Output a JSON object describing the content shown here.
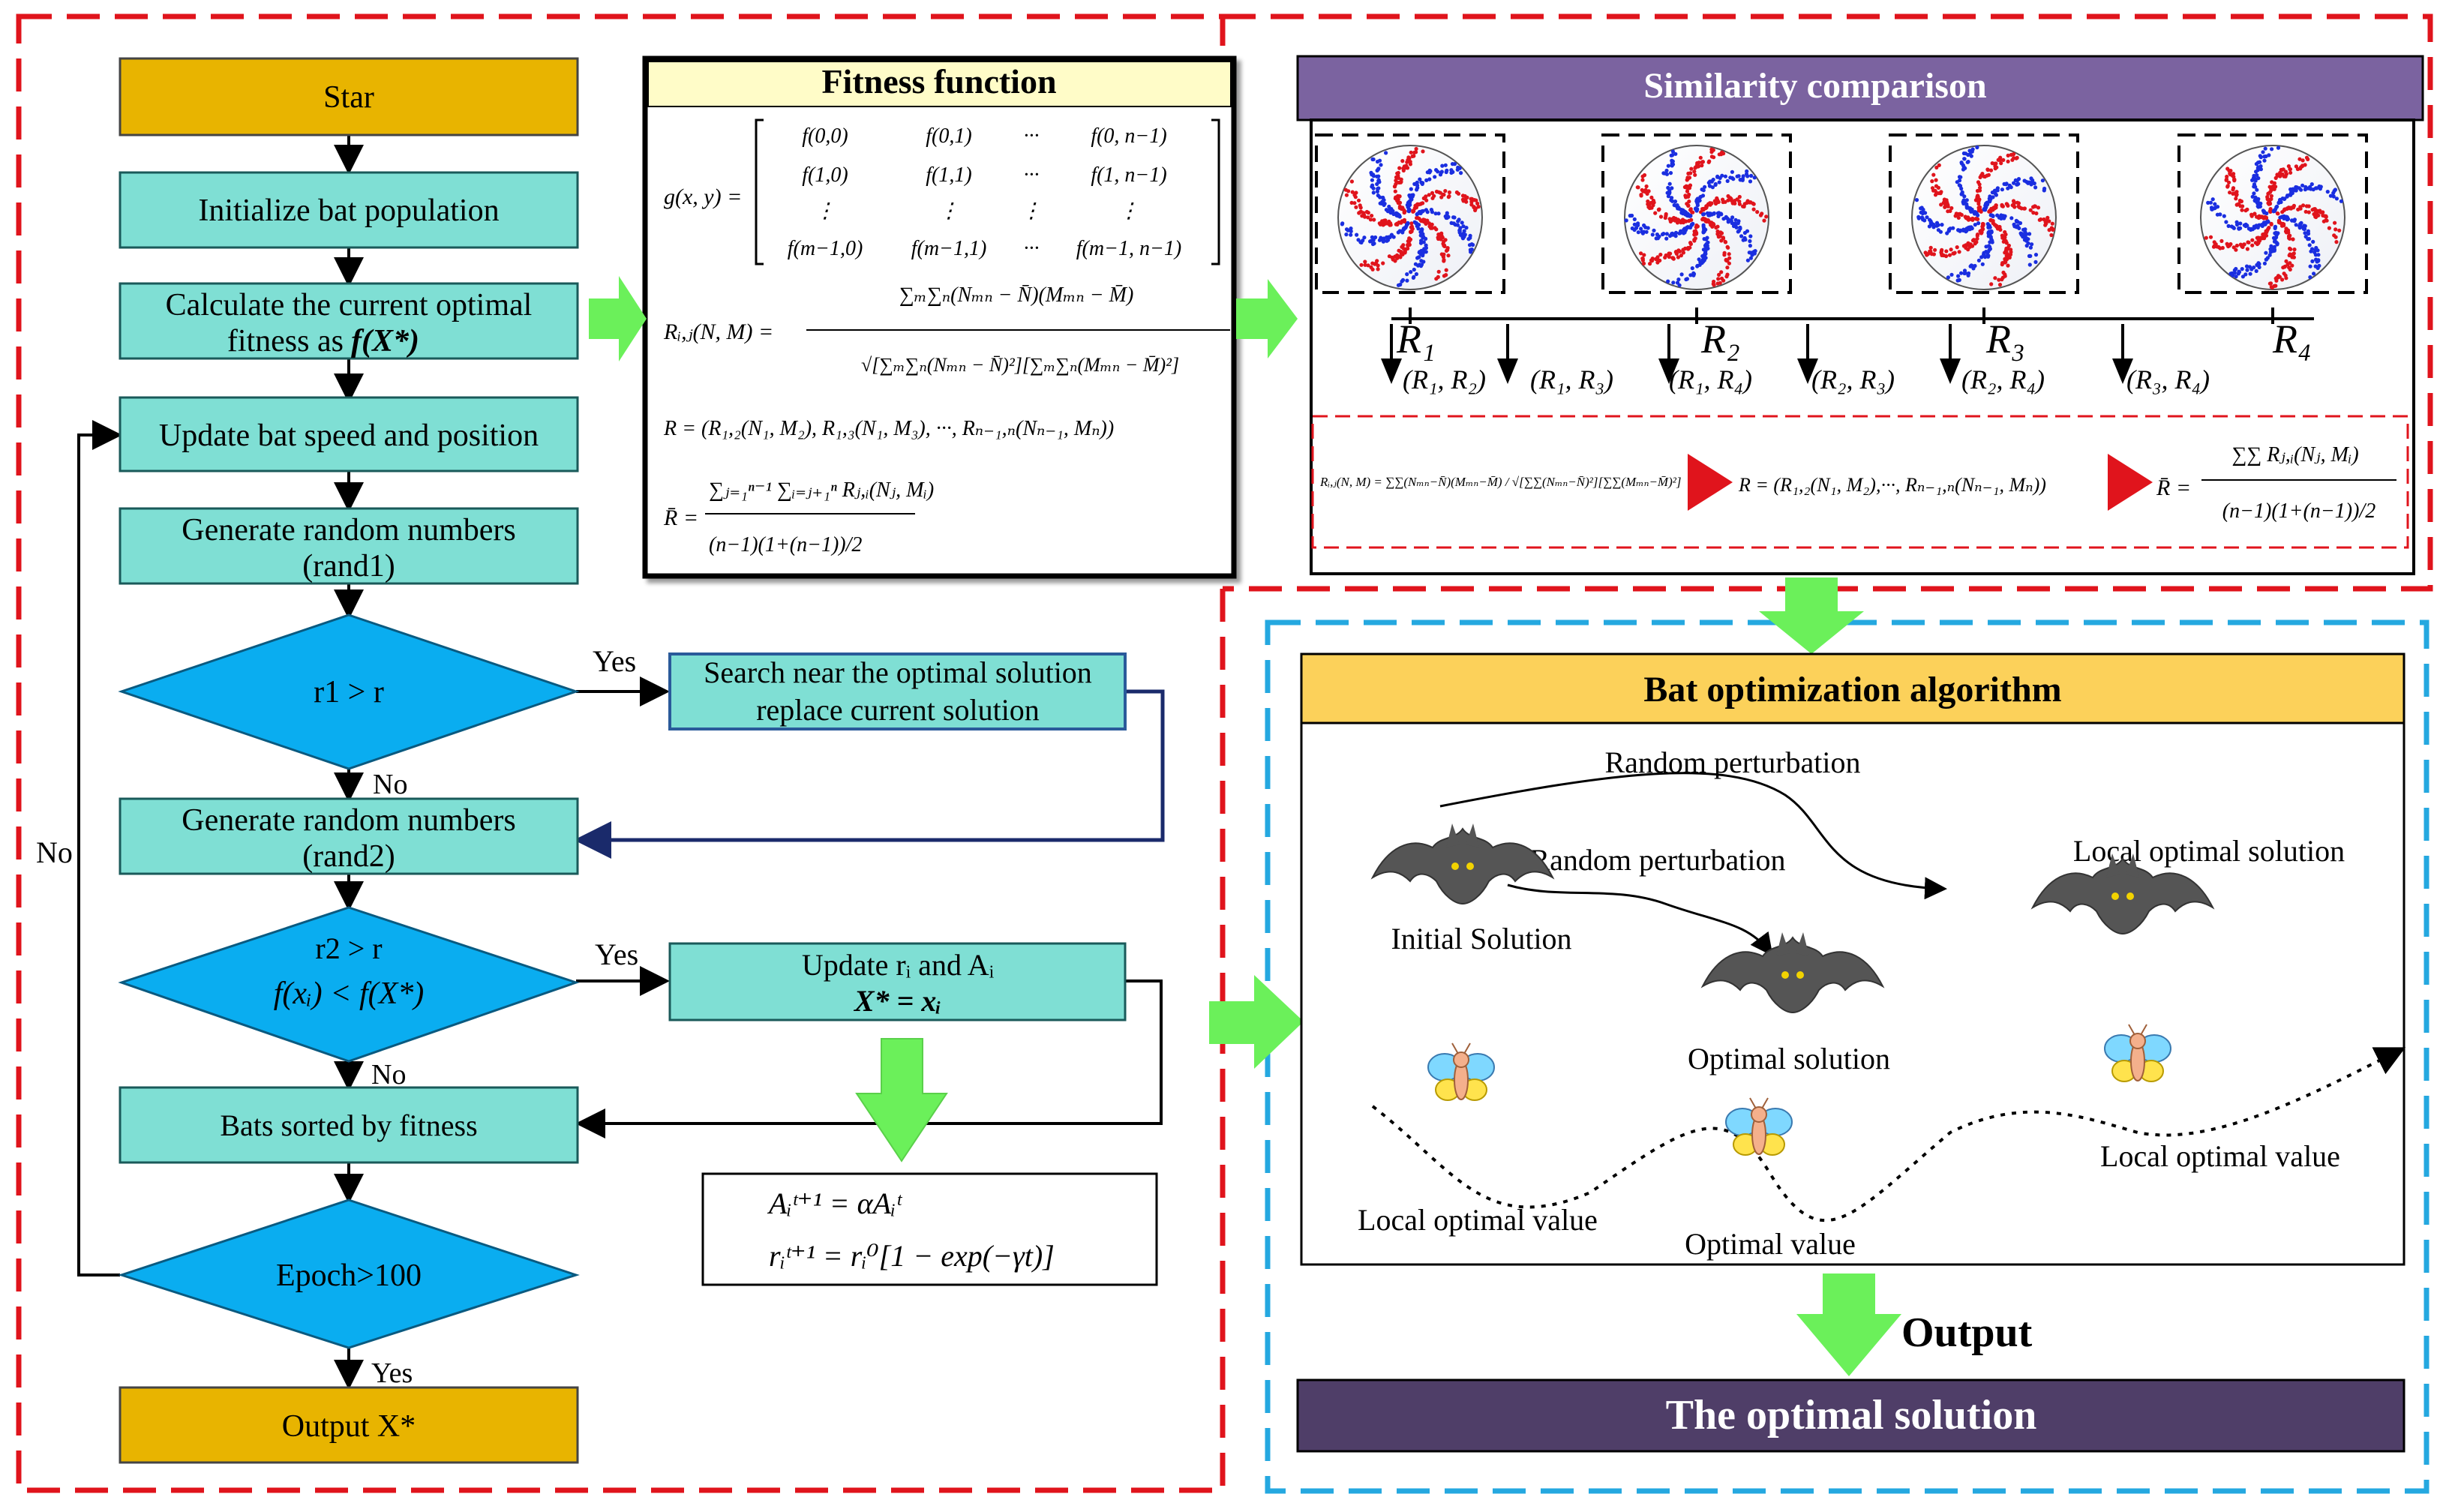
{
  "flowchart": {
    "start": "Star",
    "init": "Initialize bat population",
    "calc_line1": "Calculate the current optimal",
    "calc_line2": "fitness as",
    "calc_math": "f(X*)",
    "update": "Update bat speed and position",
    "gen1_line1": "Generate random numbers",
    "gen1_line2": "(rand1)",
    "cond1": "r1 > r",
    "yes1": "Yes",
    "no1": "No",
    "search_line1": "Search near the optimal solution",
    "search_line2": "replace current solution",
    "gen2_line1": "Generate random numbers",
    "gen2_line2": "(rand2)",
    "cond2_line1": "r2 > r",
    "cond2_line2": "f(xᵢ) < f(X*)",
    "yes2": "Yes",
    "no2": "No",
    "update_ra_line1": "Update rᵢ and Aᵢ",
    "update_ra_line2": "X* = xᵢ",
    "sorted": "Bats sorted by fitness",
    "epoch": "Epoch>100",
    "yes3": "Yes",
    "no_loop": "No",
    "output": "Output X*",
    "formula_A": "Aᵢᵗ⁺¹ = αAᵢᵗ",
    "formula_r": "rᵢᵗ⁺¹ = rᵢ⁰[1 − exp(−γt)]"
  },
  "fitness": {
    "title": "Fitness function",
    "g_lhs": "g(x, y) =",
    "matrix": [
      [
        "f(0,0)",
        "f(0,1)",
        "···",
        "f(0, n−1)"
      ],
      [
        "f(1,0)",
        "f(1,1)",
        "···",
        "f(1, n−1)"
      ],
      [
        "⋮",
        "⋮",
        "⋮",
        "⋮"
      ],
      [
        "f(m−1,0)",
        "f(m−1,1)",
        "···",
        "f(m−1, n−1)"
      ]
    ],
    "r_lhs": "Rᵢ,ⱼ(N, M) =",
    "r_num": "∑ₘ∑ₙ(Nₘₙ − N̄)(Mₘₙ − M̄)",
    "r_den": "√[∑ₘ∑ₙ(Nₘₙ − N̄)²][∑ₘ∑ₙ(Mₘₙ − M̄)²]",
    "r_set": "R = (R₁,₂(N₁, M₂), R₁,₃(N₁, M₃), ···, Rₙ₋₁,ₙ(Nₙ₋₁, Mₙ))",
    "rbar_lhs": "R̄ =",
    "rbar_num": "∑ⱼ₌₁ⁿ⁻¹ ∑ᵢ₌ⱼ₊₁ⁿ Rⱼ,ᵢ(Nⱼ, Mᵢ)",
    "rbar_den": "(n−1)(1+(n−1))/2"
  },
  "similarity": {
    "title": "Similarity comparison",
    "r_labels": [
      "R₁",
      "R₂",
      "R₃",
      "R₄"
    ],
    "pairs": [
      "(R₁, R₂)",
      "(R₁, R₃)",
      "(R₁, R₄)",
      "(R₂, R₃)",
      "(R₂, R₄)",
      "(R₃, R₄)"
    ],
    "f1": "Rᵢ,ⱼ(N, M) = ∑∑(Nₘₙ−N̄)(Mₘₙ−M̄) / √[∑∑(Nₘₙ−N̄)²][∑∑(Mₘₙ−M̄)²]",
    "f2": "R = (R₁,₂(N₁, M₂),···, Rₙ₋₁,ₙ(Nₙ₋₁, Mₙ))",
    "f3_lhs": "R̄ =",
    "f3_num": "∑∑ Rⱼ,ᵢ(Nⱼ, Mᵢ)",
    "f3_den": "(n−1)(1+(n−1))/2"
  },
  "bat": {
    "title": "Bat optimization algorithm",
    "random_pert_top": "Random perturbation",
    "random_pert_mid": "Random perturbation",
    "initial_solution": "Initial Solution",
    "local_optimal_solution": "Local optimal solution",
    "optimal_solution": "Optimal solution",
    "local_optimal_value_left": "Local optimal value",
    "optimal_value": "Optimal value",
    "local_optimal_value_right": "Local optimal value"
  },
  "output_label": "Output",
  "final": "The optimal solution",
  "colors": {
    "orange": "#e8b400",
    "teal": "#7fdfd4",
    "diamond": "#0aadf0",
    "purple": "#7b63a0",
    "dark_purple": "#4f3e68",
    "yellow": "#fcd15a",
    "red_dash": "#e0141c",
    "blue_dash": "#25a8e0",
    "green_arrow": "#6bf05a",
    "navy": "#1a2a6b"
  }
}
